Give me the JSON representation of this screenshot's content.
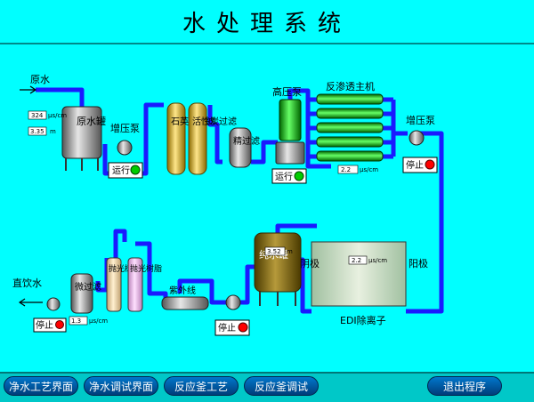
{
  "title": "水处理系统",
  "labels": {
    "raw_water": "原水",
    "raw_tank": "原水罐",
    "booster_pump_1": "增压泵",
    "sand_filter": "石英砂过滤",
    "carbon_filter": "活性炭过滤",
    "fine_filter": "精过滤",
    "high_pump": "高压泵",
    "ro_main": "反渗透主机",
    "booster_pump_2": "增压泵",
    "pure_tank": "纯水罐",
    "cathode": "阴极",
    "anode": "阳极",
    "edi": "EDI除离子",
    "uv": "紫外线",
    "polish_1": "抛光树脂",
    "polish_2": "抛光树脂",
    "micro_filter": "微过滤",
    "direct_water": "直饮水"
  },
  "readings": {
    "raw_flow": "324",
    "raw_flow_unit": "μs/cm",
    "raw_level": "3.35",
    "raw_level_unit": "m",
    "ro_cond": "2.2",
    "ro_cond_unit": "μs/cm",
    "pure_level": "3.52",
    "pure_level_unit": "m",
    "edi_cond": "2.2",
    "edi_cond_unit": "μs/cm",
    "out_cond": "1.3",
    "out_cond_unit": "μs/cm"
  },
  "status": {
    "booster1": "运行",
    "high_pump": "运行",
    "booster2": "停止",
    "uv_pump": "停止",
    "outlet_pump": "停止"
  },
  "colors": {
    "background": "#00ffff",
    "pipe": "#1a1aff",
    "run": "#00cc00",
    "stop": "#ff0000"
  },
  "nav": {
    "btn1": "净水工艺界面",
    "btn2": "净水调试界面",
    "btn3": "反应釜工艺",
    "btn4": "反应釜调试",
    "exit": "退出程序"
  }
}
